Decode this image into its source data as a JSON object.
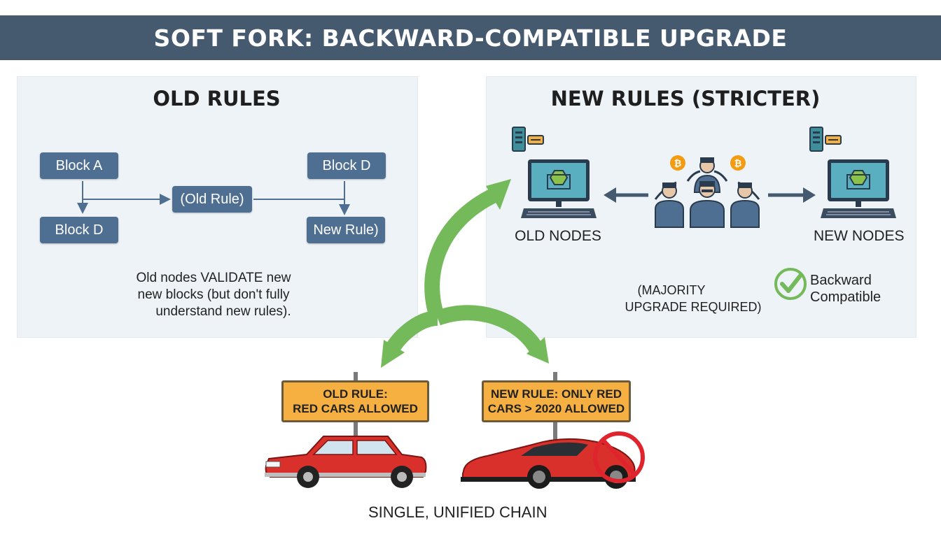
{
  "header": {
    "title": "SOFT FORK: BACKWARD-COMPATIBLE UPGRADE"
  },
  "old_rules": {
    "title": "OLD RULES",
    "blocks": [
      "Block A",
      "Block D",
      "(Old Rule)",
      "Block D",
      "New Rule)"
    ],
    "description": [
      "Old nodes VALIDATE new",
      "new blocks (but don't fully",
      "understand new rules)."
    ]
  },
  "new_rules": {
    "title": "NEW RULES (STRICTER)",
    "old_nodes_label": "OLD NODES",
    "new_nodes_label": "NEW NODES",
    "majority_note": [
      "(MAJORITY",
      "UPGRADE REQUIRED)"
    ],
    "compat": [
      "Backward",
      "Compatible"
    ]
  },
  "signs": {
    "old_rule": [
      "OLD RULE:",
      "RED CARS ALLOWED"
    ],
    "new_rule": [
      "NEW RULE: ONLY RED",
      "CARS > 2020 ALLOWED"
    ]
  },
  "footer": {
    "chain_label": "SINGLE, UNIFIED CHAIN"
  },
  "colors": {
    "title_bar": "#45596f",
    "panel_bg": "#eef3f7",
    "block": "#4f6f92",
    "green_arrow": "#74b95a",
    "sign": "#f5b041",
    "car_red": "#d9302b",
    "prohibit": "#e0242d"
  },
  "icons": [
    "computer-icon",
    "server-icon",
    "miner-group-icon",
    "bitcoin-icon",
    "checkmark-icon",
    "prohibition-icon"
  ]
}
